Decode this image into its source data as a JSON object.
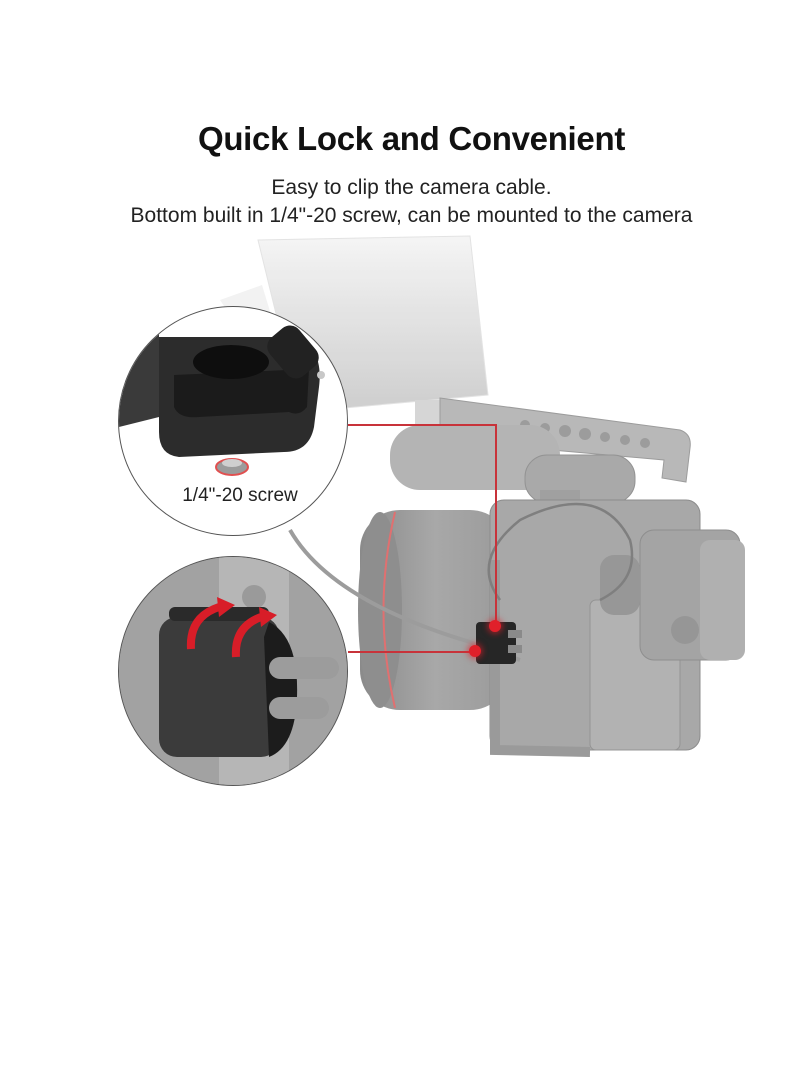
{
  "header": {
    "title": "Quick Lock and Convenient",
    "subtitle_line1": "Easy to clip the camera cable.",
    "subtitle_line2": "Bottom built in 1/4\"-20 screw, can be mounted to the camera"
  },
  "callouts": {
    "top": {
      "label": "1/4\"-20 screw",
      "depicts": "cable-clamp-bottom-view"
    },
    "bottom": {
      "depicts": "cable-clamp-open-lock",
      "arrows": 2
    }
  },
  "colors": {
    "accent_red": "#c8333a",
    "dot_red": "#e0202a",
    "product_dark": "#2a2a2a",
    "camera_gray": "#a8a8a8",
    "background": "#ffffff"
  }
}
